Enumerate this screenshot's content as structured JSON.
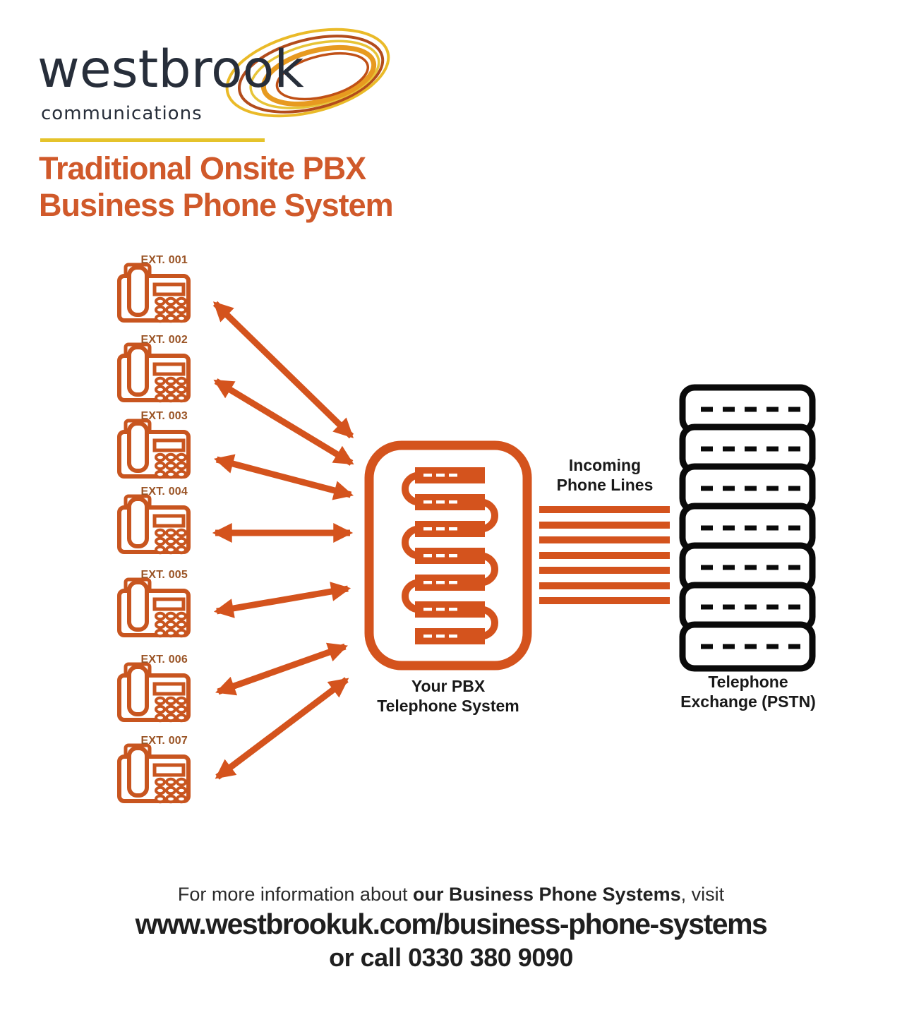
{
  "logo": {
    "brand": "westbrook",
    "tagline": "communications"
  },
  "title": {
    "line1": "Traditional Onsite PBX",
    "line2": "Business Phone System"
  },
  "diagram": {
    "extensions": [
      "EXT. 001",
      "EXT. 002",
      "EXT. 003",
      "EXT. 004",
      "EXT. 005",
      "EXT. 006",
      "EXT. 007"
    ],
    "incoming_label": {
      "line1": "Incoming",
      "line2": "Phone Lines"
    },
    "pbx_label": {
      "line1": "Your PBX",
      "line2": "Telephone System"
    },
    "exchange_label": {
      "line1": "Telephone",
      "line2": "Exchange (PSTN)"
    }
  },
  "footer": {
    "info_prefix": "For more information about ",
    "info_bold": "our Business Phone Systems",
    "info_suffix": ", visit",
    "url": "www.westbrookuk.com/business-phone-systems",
    "call_prefix": "or call ",
    "phone_number": "0330 380 9090"
  },
  "icons": {
    "phone": "desk-phone-outline-icon",
    "pbx": "serpentine-server-stack-icon",
    "exchange": "black-server-stack-icon",
    "incoming_lines": "horizontal-bars-icon",
    "arrow": "double-headed-arrow-icon",
    "logo_rings": "ellipse-rings-icon"
  },
  "colors": {
    "diagram_orange": "#d4531d",
    "title_orange": "#d0592a",
    "logo_navy": "#272e3a",
    "logo_yellow": "#e5c32b",
    "ext_label_brown": "#9a5426",
    "label_black": "#191919"
  }
}
